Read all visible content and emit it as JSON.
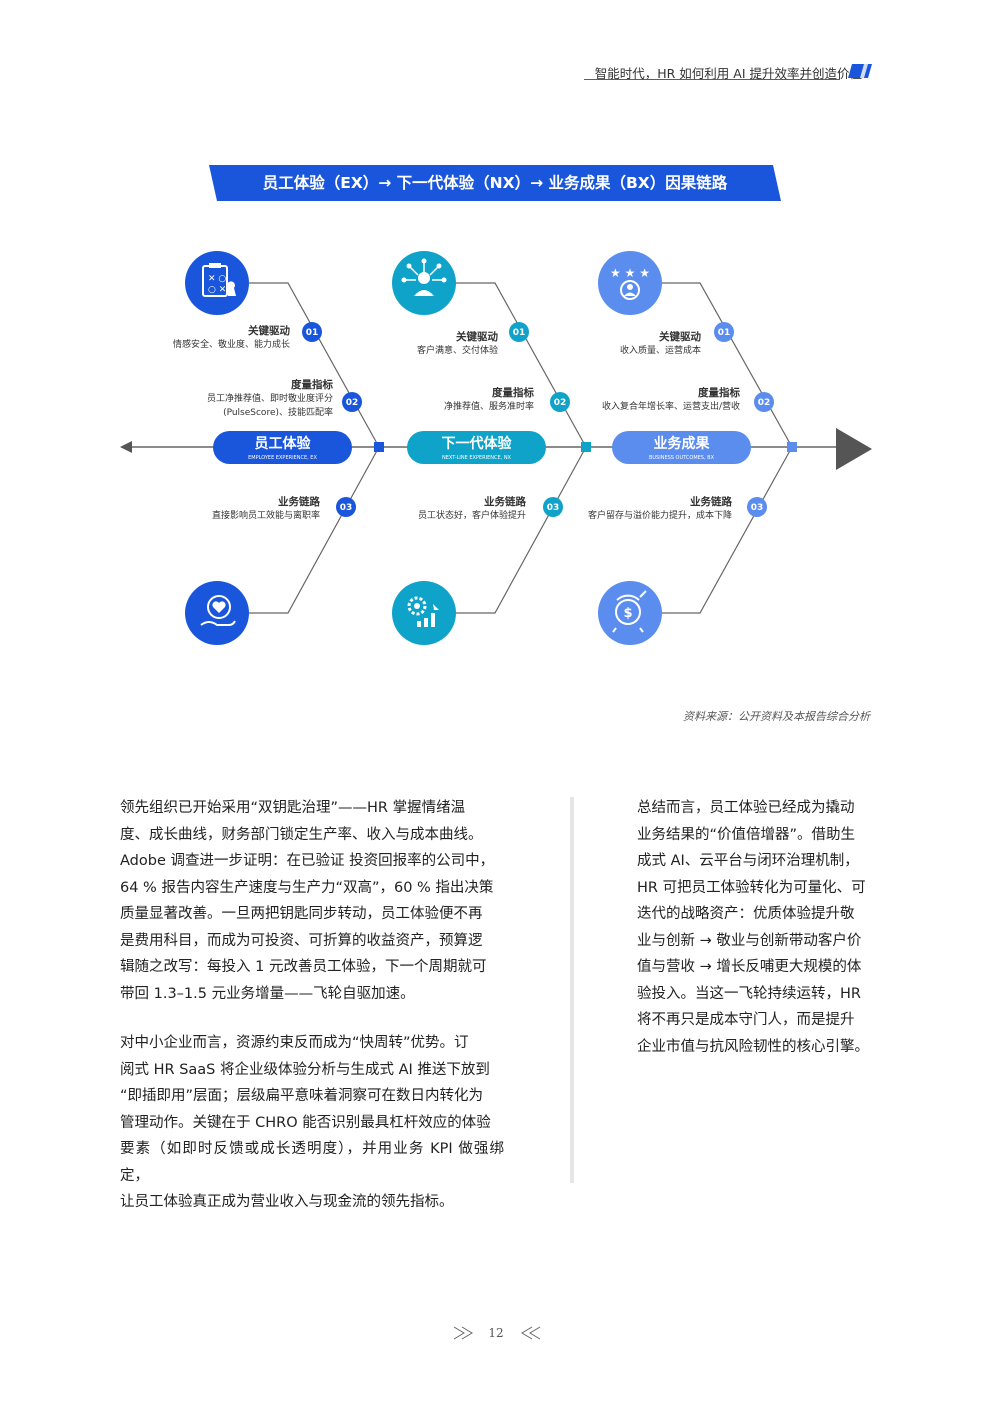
{
  "header": {
    "title": "智能时代，HR 如何利用 AI 提升效率并创造价值"
  },
  "banner": {
    "title": "员工体验（EX）→ 下一代体验（NX）→ 业务成果（BX）因果链路"
  },
  "stages": [
    {
      "name": "员工体验",
      "sub": "EMPLOYEE EXPERIENCE, EX",
      "color": "#1a56db",
      "items": [
        {
          "num": "01",
          "title": "关键驱动",
          "lines": [
            "情感安全、敬业度、能力成长"
          ]
        },
        {
          "num": "02",
          "title": "度量指标",
          "lines": [
            "员工净推荐值、即时敬业度评分",
            "(PulseScore)、技能匹配率"
          ]
        },
        {
          "num": "03",
          "title": "业务链路",
          "lines": [
            "直接影响员工效能与离职率"
          ]
        }
      ]
    },
    {
      "name": "下一代体验",
      "sub": "NEXT-LINE EXPERIENCE, NX",
      "color": "#0fa3c9",
      "items": [
        {
          "num": "01",
          "title": "关键驱动",
          "lines": [
            "客户满意、交付体验"
          ]
        },
        {
          "num": "02",
          "title": "度量指标",
          "lines": [
            "净推荐值、服务准时率"
          ]
        },
        {
          "num": "03",
          "title": "业务链路",
          "lines": [
            "员工状态好，客户体验提升"
          ]
        }
      ]
    },
    {
      "name": "业务成果",
      "sub": "BUSINESS OUTCOMES, BX",
      "color": "#5b8def",
      "items": [
        {
          "num": "01",
          "title": "关键驱动",
          "lines": [
            "收入质量、运营成本"
          ]
        },
        {
          "num": "02",
          "title": "度量指标",
          "lines": [
            "收入复合年增长率、运营支出/营收"
          ]
        },
        {
          "num": "03",
          "title": "业务链路",
          "lines": [
            "客户留存与溢价能力提升，成本下降"
          ]
        }
      ]
    }
  ],
  "icons": [
    "strategy-board-icon",
    "network-hub-icon",
    "star-rating-icon",
    "heart-hand-icon",
    "gear-growth-icon",
    "dollar-target-icon"
  ],
  "source": "资料来源：公开资料及本报告综合分析",
  "left_paragraphs": [
    [
      "领先组织已开始采用“双钥匙治理”——HR 掌握情绪温",
      "度、成长曲线，财务部门锁定生产率、收入与成本曲线。",
      "Adobe 调查进一步证明：在已验证 投资回报率的公司中，",
      "64 % 报告内容生产速度与生产力“双高”，60 % 指出决策",
      "质量显著改善。一旦两把钥匙同步转动，员工体验便不再",
      "是费用科目，而成为可投资、可折算的收益资产，预算逻",
      "辑随之改写：每投入 1 元改善员工体验，下一个周期就可",
      "带回 1.3–1.5 元业务增量——飞轮自驱加速。"
    ],
    [
      "对中小企业而言，资源约束反而成为“快周转”优势。订",
      "阅式 HR SaaS 将企业级体验分析与生成式 AI 推送下放到",
      "“即插即用”层面；层级扁平意味着洞察可在数日内转化为",
      "管理动作。关键在于 CHRO 能否识别最具杠杆效应的体验",
      "要素（如即时反馈或成长透明度），并用业务 KPI 做强绑定，",
      "让员工体验真正成为营业收入与现金流的领先指标。"
    ]
  ],
  "right_paragraph": [
    "总结而言，员工体验已经成为撬动",
    "业务结果的“价值倍增器”。借助生",
    "成式 AI、云平台与闭环治理机制，",
    "HR 可把员工体验转化为可量化、可",
    "迭代的战略资产：优质体验提升敬",
    "业与创新 → 敬业与创新带动客户价",
    "值与营收 → 增长反哺更大规模的体",
    "验投入。当这一飞轮持续运转，HR",
    "将不再只是成本守门人，而是提升",
    "企业市值与抗风险韧性的核心引擎。"
  ],
  "page_number": "12"
}
